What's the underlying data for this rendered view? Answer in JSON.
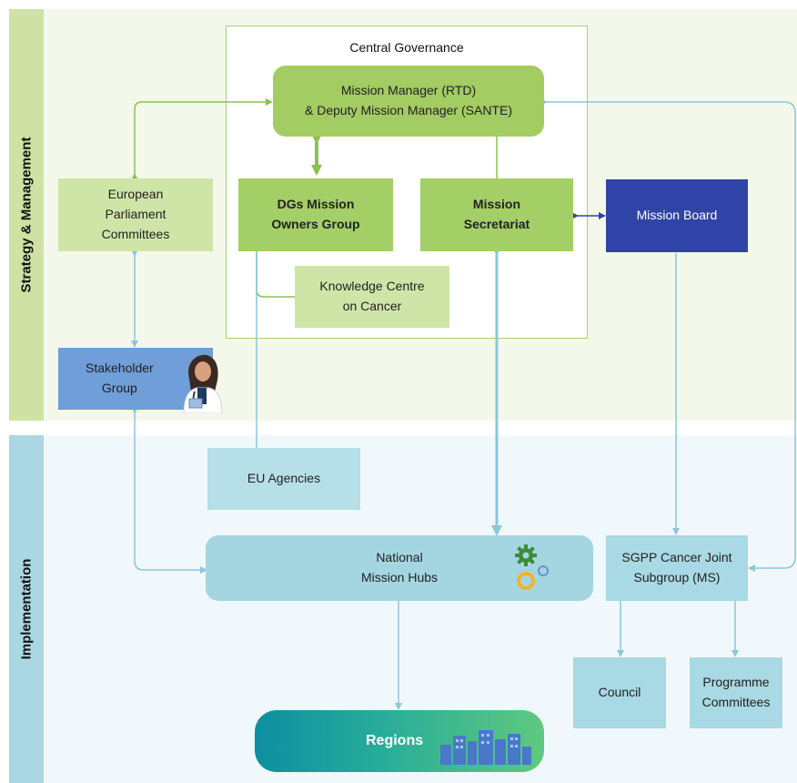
{
  "bands": {
    "strategy": "Strategy & Management",
    "implementation": "Implementation"
  },
  "central_governance": {
    "title": "Central Governance",
    "mission_manager": [
      "Mission Manager (RTD)",
      "& Deputy Mission Manager (SANTE)"
    ],
    "dgs_group": [
      "DGs Mission",
      "Owners Group"
    ],
    "secretariat": [
      "Mission",
      "Secretariat"
    ],
    "knowledge_centre": [
      "Knowledge Centre",
      "on Cancer"
    ]
  },
  "european_parliament": [
    "European",
    "Parliament",
    "Committees"
  ],
  "mission_board": "Mission Board",
  "stakeholder_group": [
    "Stakeholder",
    "Group"
  ],
  "eu_agencies": "EU Agencies",
  "national_hubs": [
    "National",
    "Mission Hubs"
  ],
  "sgpp": [
    "SGPP Cancer Joint",
    "Subgroup (MS)"
  ],
  "council": "Council",
  "programme_committees": [
    "Programme",
    "Committees"
  ],
  "regions": "Regions",
  "colors": {
    "light_green": "#cfe5a7",
    "dark_green": "#a3cc63",
    "light_blue": "#a8d9e4",
    "navy": "#2f44a6",
    "stakeholder_blue": "#6f9ed8",
    "regions_gradient": [
      "#0d8fa1",
      "#5fc97f"
    ]
  }
}
